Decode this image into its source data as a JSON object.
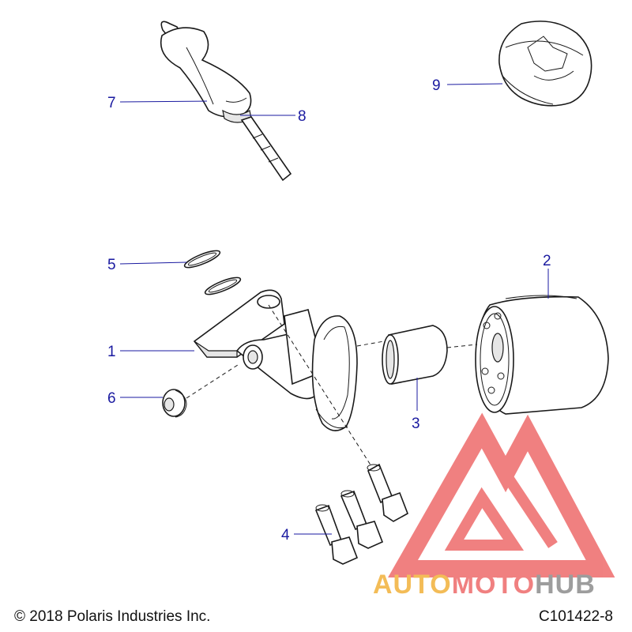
{
  "callouts": {
    "c1": "1",
    "c2": "2",
    "c3": "3",
    "c4": "4",
    "c5": "5",
    "c6": "6",
    "c7": "7",
    "c8": "8",
    "c9": "9"
  },
  "footer": {
    "copyright": "© 2018 Polaris Industries Inc.",
    "drawing_number": "C101422-8"
  },
  "watermark": {
    "part1": "AUTO",
    "part2": "MOTO",
    "part3": "HUB"
  },
  "colors": {
    "callout": "#1a1aa0",
    "watermark_orange": "#f2b13a",
    "watermark_red": "#ee6b6b",
    "watermark_gray": "#8c8c8c"
  }
}
